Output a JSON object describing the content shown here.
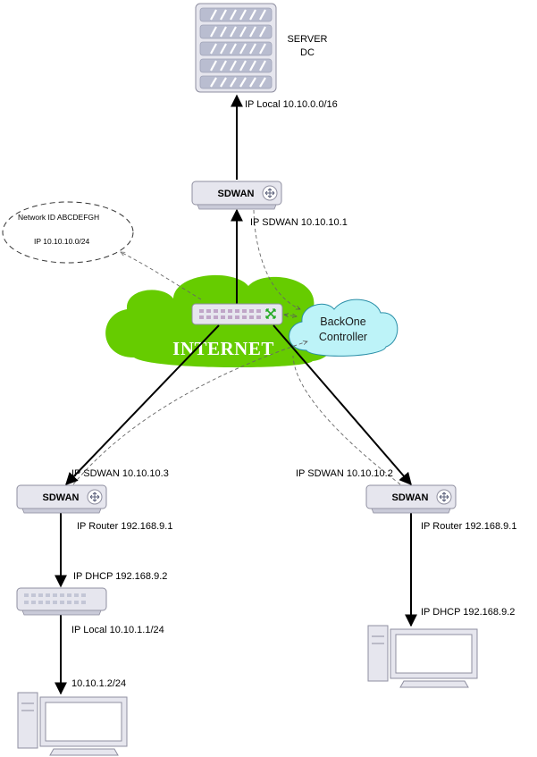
{
  "server": {
    "line1": "SERVER",
    "line2": "DC",
    "icon": "server-rack-icon"
  },
  "labels": {
    "server_ip": "IP Local 10.10.0.0/16",
    "top_sdwan_ip": "IP SDWAN 10.10.10.1",
    "left_sdwan_ip": "IP SDWAN 10.10.10.3",
    "right_sdwan_ip": "IP SDWAN 10.10.10.2",
    "left_router_ip": "IP Router 192.168.9.1",
    "right_router_ip": "IP Router 192.168.9.1",
    "left_dhcp_ip": "IP DHCP 192.168.9.2",
    "right_dhcp_ip": "IP DHCP 192.168.9.2",
    "left_local_ip": "IP Local 10.10.1.1/24",
    "left_pc_ip": "10.10.1.2/24"
  },
  "sdwan_label": "SDWAN",
  "internet_label": "INTERNET",
  "controller": {
    "line1": "BackOne",
    "line2": "Controller"
  },
  "network_note": {
    "line1": "Network ID  ABCDEFGH",
    "line2": "IP  10.10.10.0/24"
  },
  "colors": {
    "cloud_green": "#66CC00",
    "controller_blue": "#BDF3F8",
    "device_gray": "#E6E6EE"
  }
}
